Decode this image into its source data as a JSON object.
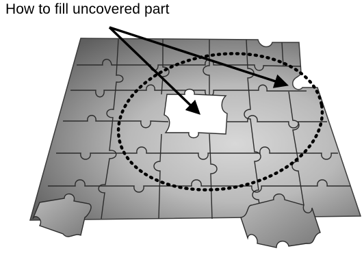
{
  "caption": "How to fill uncovered part",
  "colors": {
    "board_light": "#cfcfcf",
    "board_dark": "#5f5f5f",
    "seam": "#2a2a2a",
    "hole": "#ffffff",
    "arrow": "#000000"
  },
  "elements": {
    "missing_interior_pieces": 1,
    "missing_edge_pieces": 1,
    "loose_pieces": 2
  }
}
